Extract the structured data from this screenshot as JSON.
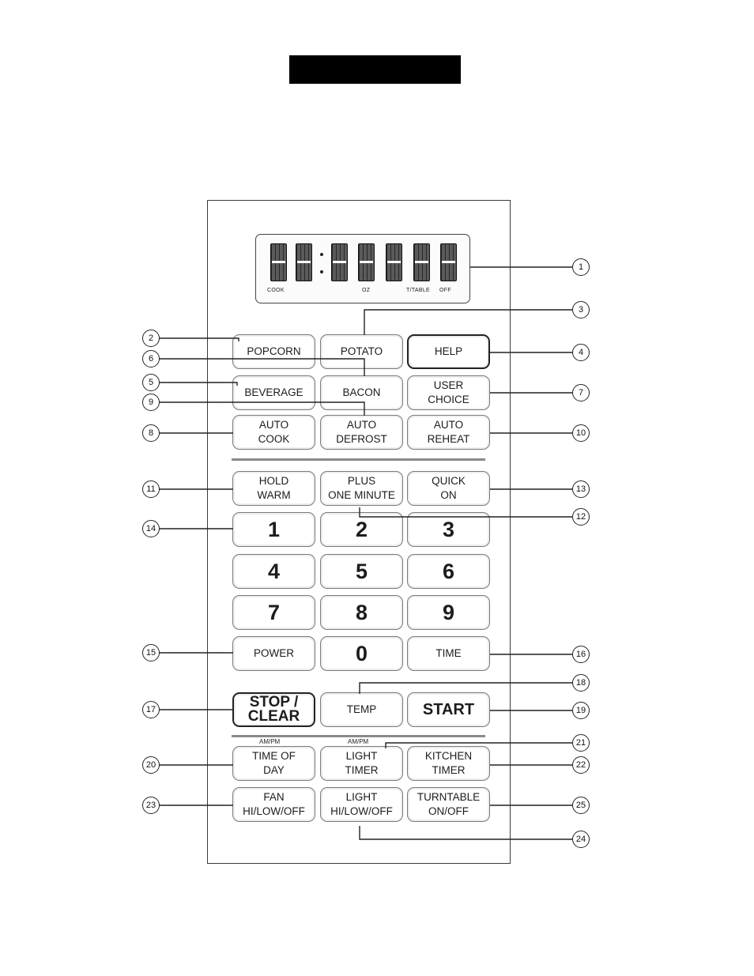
{
  "display": {
    "indicators": [
      "COOK",
      "OZ",
      "T/TABLE",
      "OFF"
    ]
  },
  "keys": [
    {
      "id": "popcorn",
      "label": "POPCORN",
      "style": ""
    },
    {
      "id": "potato",
      "label": "POTATO",
      "style": ""
    },
    {
      "id": "help",
      "label": "HELP",
      "style": "bold"
    },
    {
      "id": "beverage",
      "label": "BEVERAGE",
      "style": ""
    },
    {
      "id": "bacon",
      "label": "BACON",
      "style": ""
    },
    {
      "id": "user-choice",
      "label": "USER\nCHOICE",
      "style": ""
    },
    {
      "id": "auto-cook",
      "label": "AUTO\nCOOK",
      "style": ""
    },
    {
      "id": "auto-defrost",
      "label": "AUTO\nDEFROST",
      "style": ""
    },
    {
      "id": "auto-reheat",
      "label": "AUTO\nREHEAT",
      "style": ""
    },
    {
      "id": "hold-warm",
      "label": "HOLD\nWARM",
      "style": ""
    },
    {
      "id": "plus-one-minute",
      "label": "PLUS\nONE MINUTE",
      "style": ""
    },
    {
      "id": "quick-on",
      "label": "QUICK\nON",
      "style": ""
    },
    {
      "id": "num-1",
      "label": "1",
      "style": "num"
    },
    {
      "id": "num-2",
      "label": "2",
      "style": "num"
    },
    {
      "id": "num-3",
      "label": "3",
      "style": "num"
    },
    {
      "id": "num-4",
      "label": "4",
      "style": "num"
    },
    {
      "id": "num-5",
      "label": "5",
      "style": "num"
    },
    {
      "id": "num-6",
      "label": "6",
      "style": "num"
    },
    {
      "id": "num-7",
      "label": "7",
      "style": "num"
    },
    {
      "id": "num-8",
      "label": "8",
      "style": "num"
    },
    {
      "id": "num-9",
      "label": "9",
      "style": "num"
    },
    {
      "id": "power",
      "label": "POWER",
      "style": ""
    },
    {
      "id": "num-0",
      "label": "0",
      "style": "num"
    },
    {
      "id": "time",
      "label": "TIME",
      "style": ""
    },
    {
      "id": "stop-clear",
      "label": "STOP /\nCLEAR",
      "style": "bold big"
    },
    {
      "id": "temp",
      "label": "TEMP",
      "style": ""
    },
    {
      "id": "start",
      "label": "START",
      "style": "start"
    },
    {
      "id": "time-of-day",
      "label": "TIME OF\nDAY",
      "style": ""
    },
    {
      "id": "light-timer",
      "label": "LIGHT\nTIMER",
      "style": ""
    },
    {
      "id": "kitchen-timer",
      "label": "KITCHEN\nTIMER",
      "style": ""
    },
    {
      "id": "fan",
      "label": "FAN\nHI/LOW/OFF",
      "style": ""
    },
    {
      "id": "light",
      "label": "LIGHT\nHI/LOW/OFF",
      "style": ""
    },
    {
      "id": "turntable",
      "label": "TURNTABLE\nON/OFF",
      "style": ""
    }
  ],
  "ampm_tags": [
    "AM/PM",
    "AM/PM"
  ],
  "callouts": [
    "1",
    "2",
    "3",
    "4",
    "5",
    "6",
    "7",
    "8",
    "9",
    "10",
    "11",
    "12",
    "13",
    "14",
    "15",
    "16",
    "17",
    "18",
    "19",
    "20",
    "21",
    "22",
    "23",
    "24",
    "25"
  ]
}
